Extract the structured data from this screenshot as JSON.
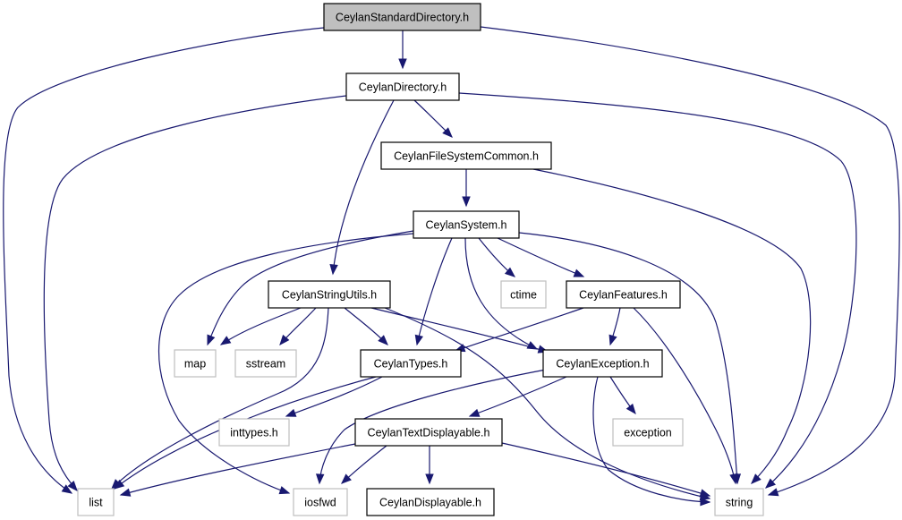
{
  "diagram": {
    "nodes": [
      {
        "id": "standard_directory",
        "label": "CeylanStandardDirectory.h",
        "kind": "root"
      },
      {
        "id": "directory",
        "label": "CeylanDirectory.h",
        "kind": "local"
      },
      {
        "id": "fs_common",
        "label": "CeylanFileSystemCommon.h",
        "kind": "local"
      },
      {
        "id": "system",
        "label": "CeylanSystem.h",
        "kind": "local"
      },
      {
        "id": "string_utils",
        "label": "CeylanStringUtils.h",
        "kind": "local"
      },
      {
        "id": "ctime",
        "label": "ctime",
        "kind": "system"
      },
      {
        "id": "features",
        "label": "CeylanFeatures.h",
        "kind": "local"
      },
      {
        "id": "map",
        "label": "map",
        "kind": "system"
      },
      {
        "id": "sstream",
        "label": "sstream",
        "kind": "system"
      },
      {
        "id": "types",
        "label": "CeylanTypes.h",
        "kind": "local"
      },
      {
        "id": "exception_h",
        "label": "CeylanException.h",
        "kind": "local"
      },
      {
        "id": "inttypes",
        "label": "inttypes.h",
        "kind": "system"
      },
      {
        "id": "exception",
        "label": "exception",
        "kind": "system"
      },
      {
        "id": "text_displayable",
        "label": "CeylanTextDisplayable.h",
        "kind": "local"
      },
      {
        "id": "list",
        "label": "list",
        "kind": "system"
      },
      {
        "id": "iosfwd",
        "label": "iosfwd",
        "kind": "system"
      },
      {
        "id": "displayable",
        "label": "CeylanDisplayable.h",
        "kind": "local"
      },
      {
        "id": "string",
        "label": "string",
        "kind": "system"
      }
    ],
    "edges": [
      [
        "standard_directory",
        "directory"
      ],
      [
        "standard_directory",
        "list"
      ],
      [
        "standard_directory",
        "string"
      ],
      [
        "directory",
        "list"
      ],
      [
        "directory",
        "string_utils"
      ],
      [
        "directory",
        "fs_common"
      ],
      [
        "directory",
        "string"
      ],
      [
        "fs_common",
        "system"
      ],
      [
        "fs_common",
        "string"
      ],
      [
        "system",
        "map"
      ],
      [
        "system",
        "iosfwd"
      ],
      [
        "system",
        "types"
      ],
      [
        "system",
        "exception_h"
      ],
      [
        "system",
        "ctime"
      ],
      [
        "system",
        "features"
      ],
      [
        "system",
        "string"
      ],
      [
        "string_utils",
        "map"
      ],
      [
        "string_utils",
        "sstream"
      ],
      [
        "string_utils",
        "types"
      ],
      [
        "string_utils",
        "exception_h"
      ],
      [
        "string_utils",
        "list"
      ],
      [
        "string_utils",
        "string"
      ],
      [
        "features",
        "types"
      ],
      [
        "features",
        "exception_h"
      ],
      [
        "features",
        "string"
      ],
      [
        "types",
        "inttypes"
      ],
      [
        "types",
        "list"
      ],
      [
        "exception_h",
        "iosfwd"
      ],
      [
        "exception_h",
        "text_displayable"
      ],
      [
        "exception_h",
        "exception"
      ],
      [
        "exception_h",
        "string"
      ],
      [
        "text_displayable",
        "list"
      ],
      [
        "text_displayable",
        "iosfwd"
      ],
      [
        "text_displayable",
        "displayable"
      ],
      [
        "text_displayable",
        "string"
      ]
    ]
  }
}
